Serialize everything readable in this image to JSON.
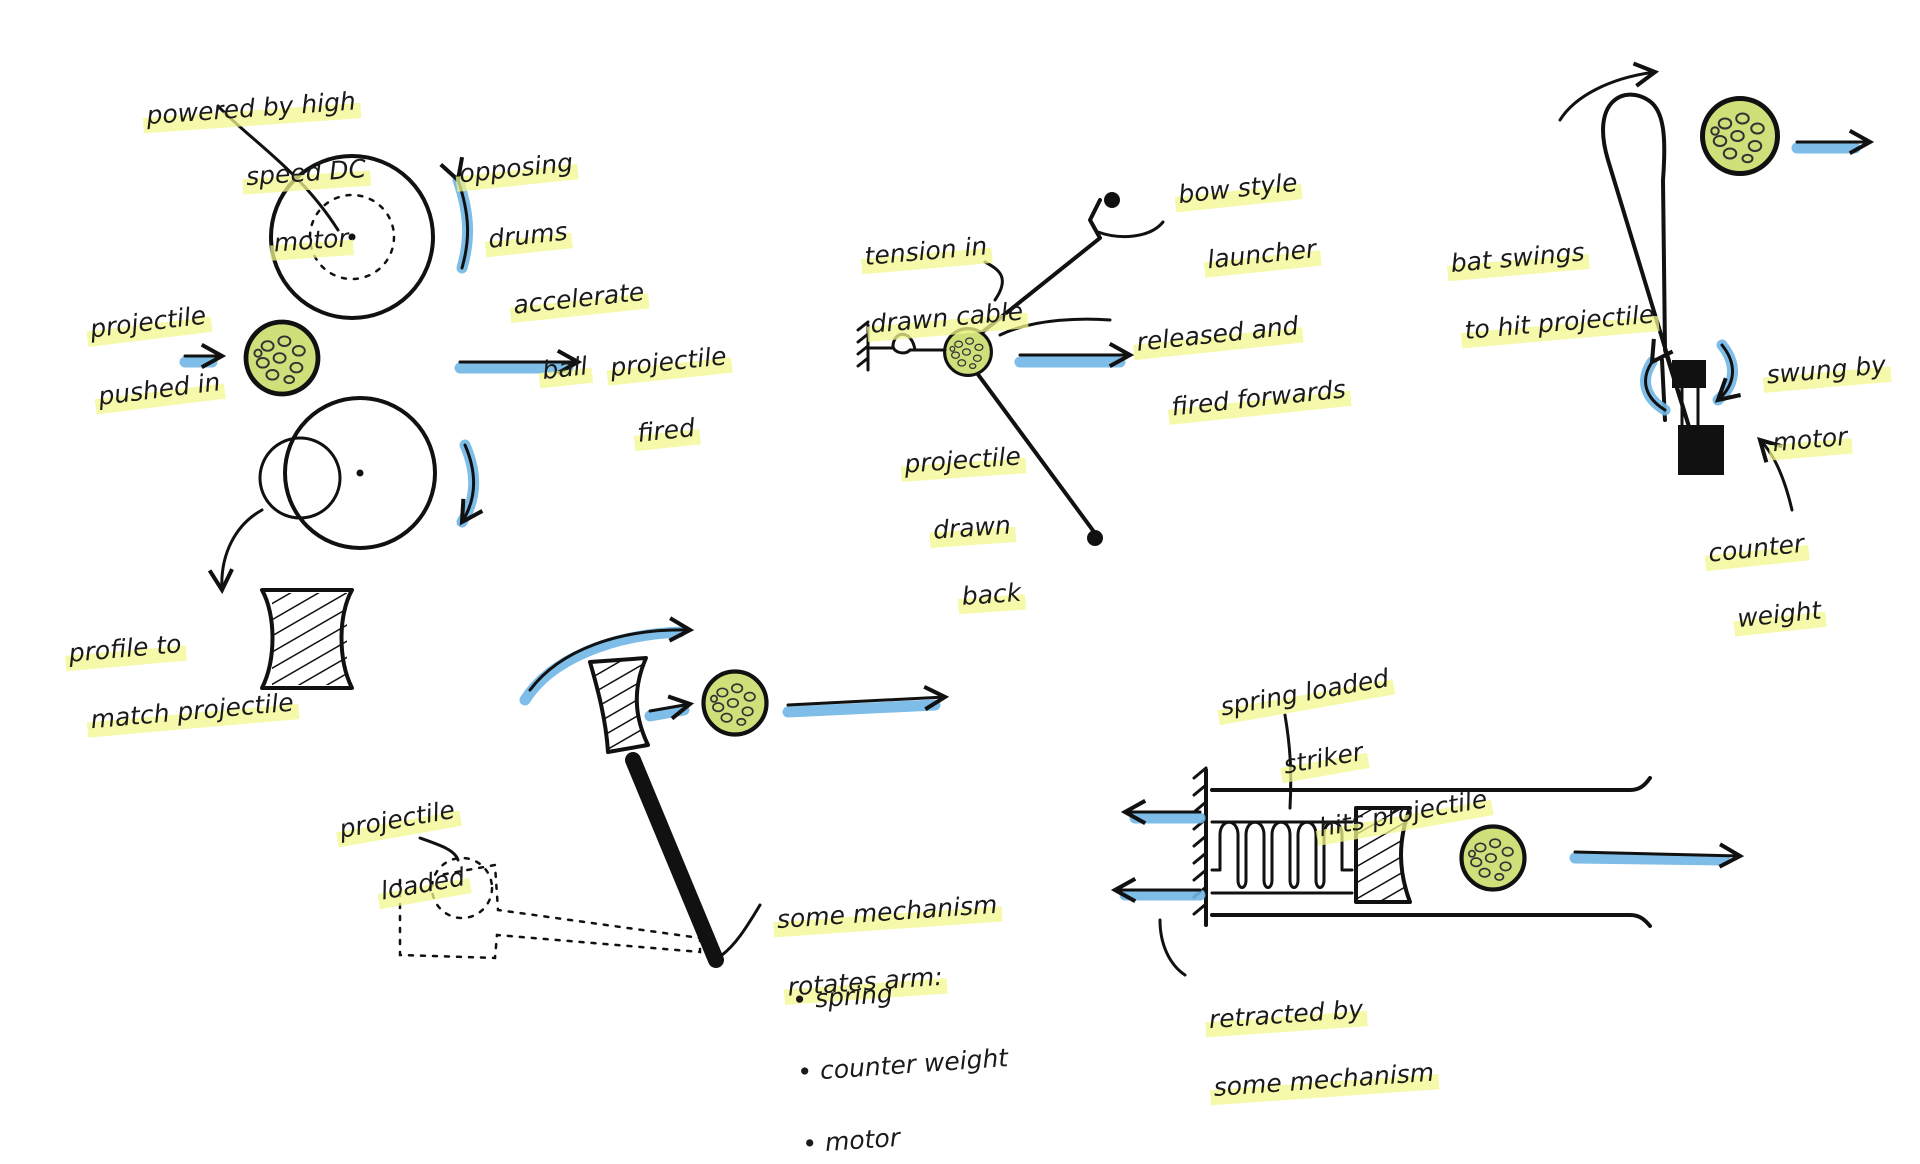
{
  "colors": {
    "ink": "#111111",
    "motion_arrow": "#6fb6e6",
    "highlighter": "#f2f7a3",
    "projectile": "#cfe07a"
  },
  "sketches": {
    "drum_launcher": {
      "motor_label": [
        "powered by high",
        "speed DC",
        "motor"
      ],
      "drums_label": [
        "opposing",
        "drums",
        "accelerate",
        "ball"
      ],
      "input_label": [
        "projectile",
        "pushed in"
      ],
      "output_label": [
        "projectile",
        "fired"
      ],
      "profile_label": [
        "profile to",
        "match projectile"
      ]
    },
    "bow_launcher": {
      "launcher_label": [
        "bow style",
        "launcher"
      ],
      "tension_label": [
        "tension in",
        "drawn cable"
      ],
      "release_label": [
        "released and",
        "fired forwards"
      ],
      "drawn_label": [
        "projectile",
        "drawn",
        "back"
      ]
    },
    "bat_launcher": {
      "swing_label": [
        "bat swings",
        "to hit projectile"
      ],
      "motor_label": [
        "swung by",
        "motor"
      ],
      "weight_label": [
        "counter",
        "weight"
      ]
    },
    "arm_launcher": {
      "loaded_label": [
        "projectile",
        "loaded"
      ],
      "mechanism_label": [
        "some mechanism",
        "rotates arm:"
      ],
      "options": [
        "spring",
        "counter weight",
        "motor"
      ]
    },
    "spring_launcher": {
      "striker_label": [
        "spring loaded",
        "striker",
        "hits projectile"
      ],
      "retract_label": [
        "retracted by",
        "some mechanism"
      ]
    }
  }
}
